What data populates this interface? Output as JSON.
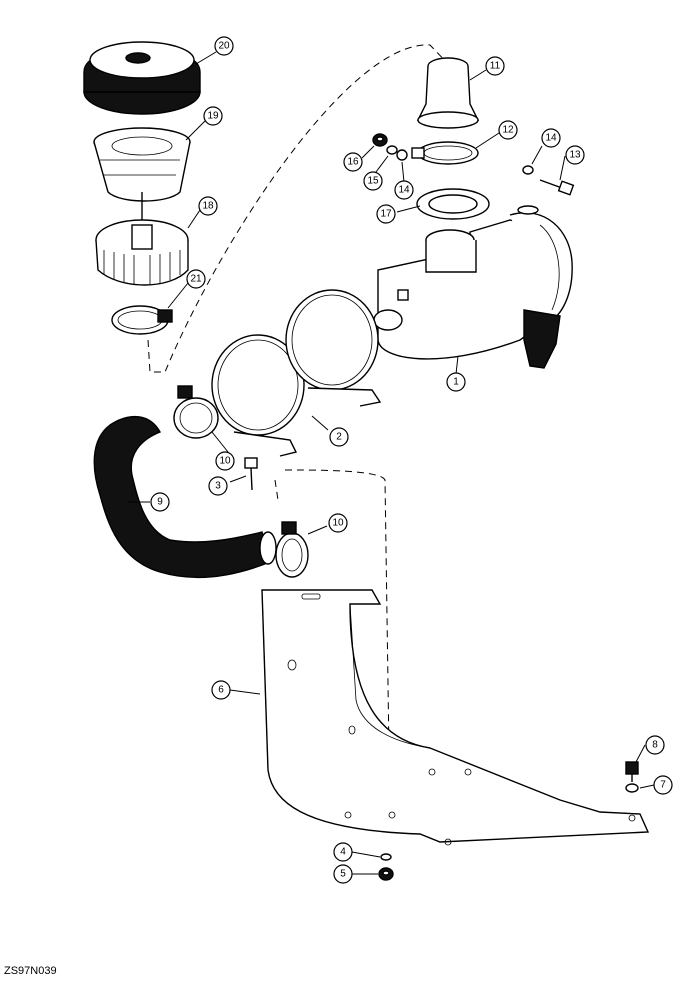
{
  "figure_id": "ZS97N039",
  "callouts": [
    {
      "label": "20"
    },
    {
      "label": "19"
    },
    {
      "label": "18"
    },
    {
      "label": "21"
    },
    {
      "label": "11"
    },
    {
      "label": "12"
    },
    {
      "label": "14"
    },
    {
      "label": "13"
    },
    {
      "label": "16"
    },
    {
      "label": "15"
    },
    {
      "label": "14"
    },
    {
      "label": "17"
    },
    {
      "label": "1"
    },
    {
      "label": "2"
    },
    {
      "label": "10"
    },
    {
      "label": "3"
    },
    {
      "label": "9"
    },
    {
      "label": "10"
    },
    {
      "label": "6"
    },
    {
      "label": "8"
    },
    {
      "label": "7"
    },
    {
      "label": "4"
    },
    {
      "label": "5"
    }
  ]
}
